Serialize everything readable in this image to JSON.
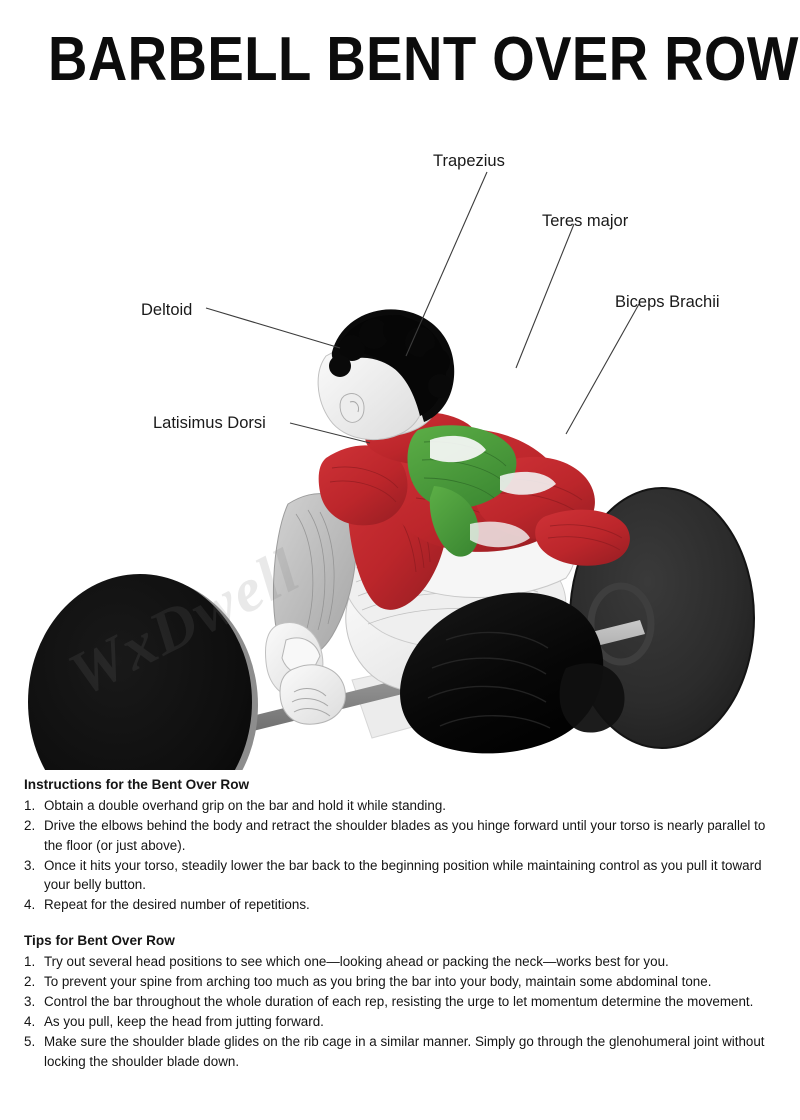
{
  "title": "BARBELL BENT OVER ROW",
  "watermark": "WxDwell",
  "labels": [
    {
      "id": "trapezius",
      "text": "Trapezius"
    },
    {
      "id": "teres-major",
      "text": "Teres major"
    },
    {
      "id": "biceps-brachii",
      "text": "Biceps Brachii"
    },
    {
      "id": "deltoid",
      "text": "Deltoid"
    },
    {
      "id": "latisimus-dorsi",
      "text": "Latisimus Dorsi"
    }
  ],
  "colors": {
    "muscle_highlight_red": "#c0282d",
    "muscle_highlight_green": "#4a9c3c",
    "muscle_neutral_grey": "#b8b8b8",
    "skin_white": "#f4f4f4",
    "hair_black": "#0a0a0a",
    "shorts_black": "#080808",
    "plate_left": "#111111",
    "plate_right": "#2b2b2b",
    "bar_grey": "#8e8e8e",
    "floor_grey": "#e9e9e9",
    "leader_line": "#3c3c3c",
    "background": "#ffffff"
  },
  "instructions": {
    "heading": "Instructions for the Bent Over Row",
    "steps": [
      {
        "num": "1.",
        "text": "Obtain a double overhand grip on the bar and hold it while standing."
      },
      {
        "num": "2.",
        "text": "Drive the elbows behind the body and retract the shoulder blades as you hinge forward until your torso is nearly parallel to the floor (or just above)."
      },
      {
        "num": "3.",
        "text": "Once it hits your torso, steadily lower the bar back to the beginning position while maintaining control as you pull it toward your belly button."
      },
      {
        "num": "4.",
        "text": "Repeat for the desired number of repetitions."
      }
    ]
  },
  "tips": {
    "heading": "Tips for Bent Over Row",
    "steps": [
      {
        "num": "1.",
        "text": "Try out several head positions to see which one—looking ahead or packing the neck—works best for you."
      },
      {
        "num": "2.",
        "text": "To prevent your spine from arching too much as you bring the bar into your body, maintain some abdominal tone."
      },
      {
        "num": "3.",
        "text": "Control the bar throughout the whole duration of each rep, resisting the urge to let momentum determine the movement."
      },
      {
        "num": "4.",
        "text": "As you pull, keep the head from jutting forward."
      },
      {
        "num": "5.",
        "text": "Make sure the shoulder blade glides on the rib cage in a similar manner. Simply go through the glenohumeral joint without locking the shoulder blade down."
      }
    ]
  }
}
